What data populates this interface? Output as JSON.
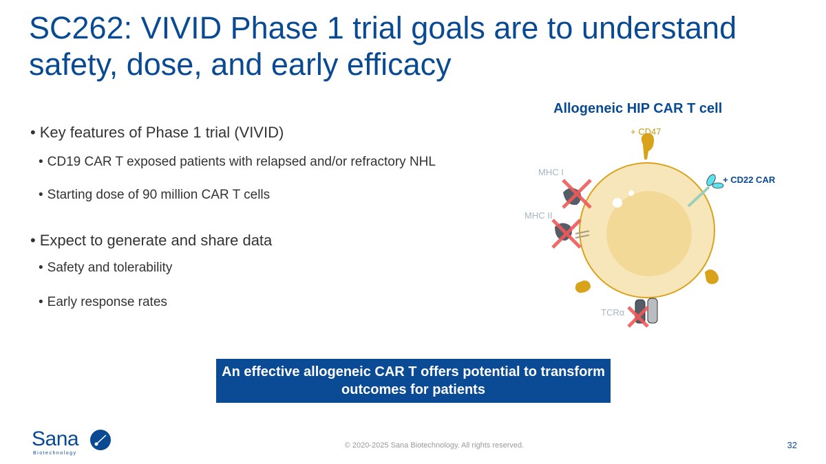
{
  "title": "SC262: VIVID Phase 1 trial goals are to understand safety, dose, and early efficacy",
  "bullets": [
    {
      "text": "Key features of Phase 1 trial (VIVID)",
      "sub": [
        "CD19 CAR T exposed patients with relapsed and/or refractory NHL",
        "Starting dose of 90 million CAR T cells"
      ]
    },
    {
      "text": "Expect to generate and share data",
      "sub": [
        "Safety and tolerability",
        "Early response rates"
      ]
    }
  ],
  "diagram": {
    "title": "Allogeneic HIP CAR T cell",
    "labels": {
      "cd47": "+ CD47",
      "cd22": "+ CD22 CAR",
      "mhc1": "MHC I",
      "mhc2": "MHC II",
      "tcr": "TCRα"
    }
  },
  "callout": "An effective allogeneic CAR T offers potential to transform outcomes for patients",
  "footer": {
    "copyright": "© 2020-2025 Sana Biotechnology. All rights reserved.",
    "page": "32"
  },
  "logo": {
    "name": "Sana",
    "sub": "Biotechnology"
  },
  "colors": {
    "brand": "#0a4a93",
    "gold": "#d8a21a",
    "cross": "#f05a5a"
  }
}
